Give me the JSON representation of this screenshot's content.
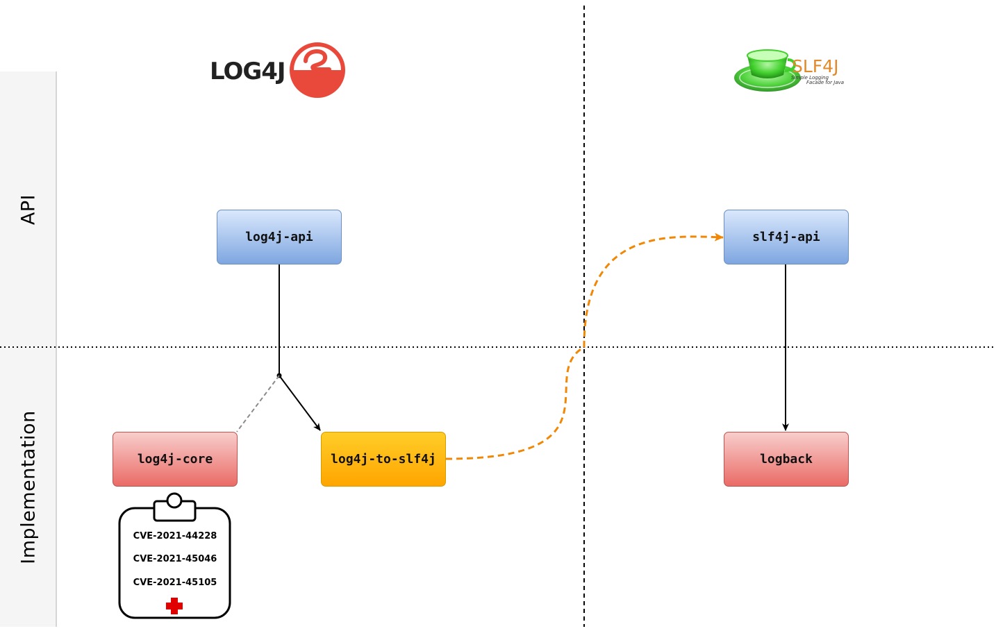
{
  "lanes": {
    "api": "API",
    "implementation": "Implementation"
  },
  "logos": {
    "log4j": {
      "text": "LOG4J",
      "color": "#e8493b"
    },
    "slf4j": {
      "text": "SLF4J",
      "tagline_1": "Simple Logging",
      "tagline_2": "Facade for Java",
      "color": "#e08a2a"
    }
  },
  "nodes": {
    "log4j_api": "log4j-api",
    "slf4j_api": "slf4j-api",
    "log4j_core": "log4j-core",
    "log4j_to_slf4j": "log4j-to-slf4j",
    "logback": "logback"
  },
  "clipboard": {
    "cves": [
      "CVE-2021-44228",
      "CVE-2021-45046",
      "CVE-2021-45105"
    ]
  },
  "colors": {
    "api_fill": "#7ea6e0",
    "impl_fill": "#ea6b66",
    "bridge_fill": "#ffa500",
    "bridge_arrow": "#f08705",
    "cross": "#e00000"
  }
}
